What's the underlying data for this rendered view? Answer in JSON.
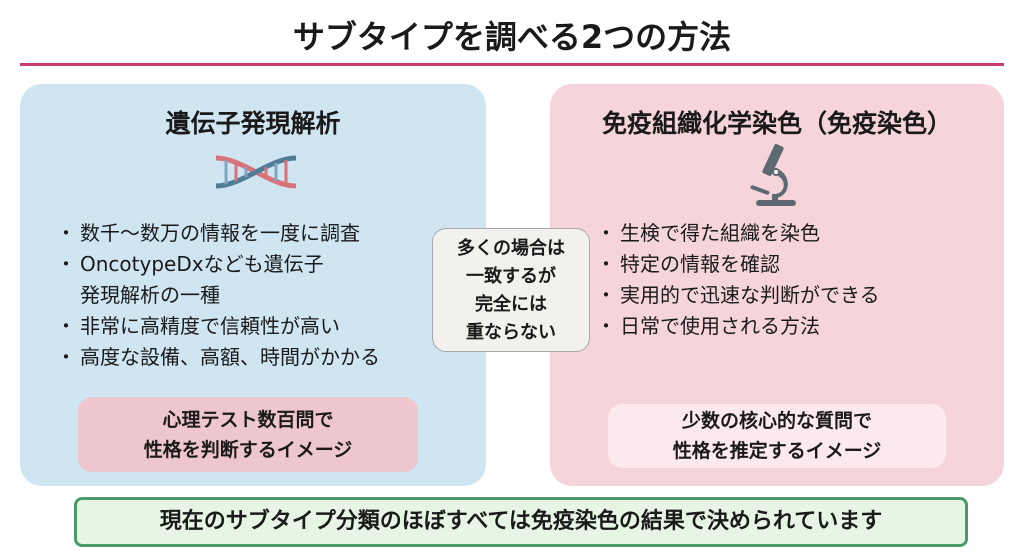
{
  "title": "サブタイプを調べる2つの方法",
  "left": {
    "title": "遺伝子発現解析",
    "icon": "dna-icon",
    "bullets": [
      "数千〜数万の情報を一度に調査",
      "OncotypeDxなども遺伝子\n発現解析の一種",
      "非常に高精度で信頼性が高い",
      "高度な設備、高額、時間がかかる"
    ],
    "analogy": [
      "心理テスト数百問で",
      "性格を判断するイメージ"
    ]
  },
  "right": {
    "title": "免疫組織化学染色（免疫染色）",
    "icon": "microscope-icon",
    "bullets": [
      "生検で得た組織を染色",
      "特定の情報を確認",
      "実用的で迅速な判断ができる",
      "日常で使用される方法"
    ],
    "analogy": [
      "少数の核心的な質問で",
      "性格を推定するイメージ"
    ]
  },
  "center_note": [
    "多くの場合は",
    "一致するが",
    "完全には",
    "重ならない"
  ],
  "conclusion": "現在のサブタイプ分類のほぼすべては免疫染色の結果で決められています",
  "colors": {
    "accent": "#c8406e",
    "left_bg": "#cfe6f2",
    "right_bg": "#f6d4db",
    "conclusion_border": "#4a9a6a"
  }
}
